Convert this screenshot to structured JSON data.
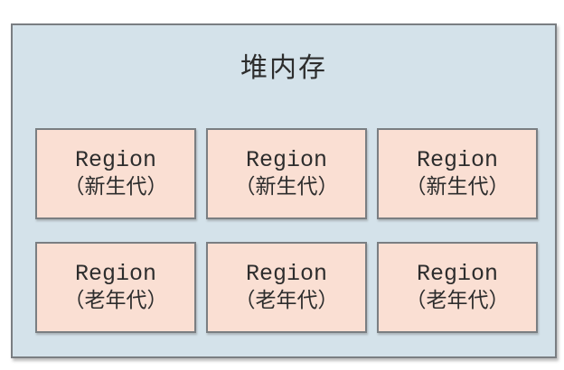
{
  "diagram": {
    "title": "堆内存",
    "regions": [
      {
        "name": "Region",
        "generation": "（新生代）"
      },
      {
        "name": "Region",
        "generation": "（新生代）"
      },
      {
        "name": "Region",
        "generation": "（新生代）"
      },
      {
        "name": "Region",
        "generation": "（老年代）"
      },
      {
        "name": "Region",
        "generation": "（老年代）"
      },
      {
        "name": "Region",
        "generation": "（老年代）"
      }
    ],
    "colors": {
      "container_bg": "#d4e2ea",
      "region_bg": "#fadfd3",
      "border_color": "#7a7e82",
      "text_color": "#2d2d2d"
    }
  }
}
